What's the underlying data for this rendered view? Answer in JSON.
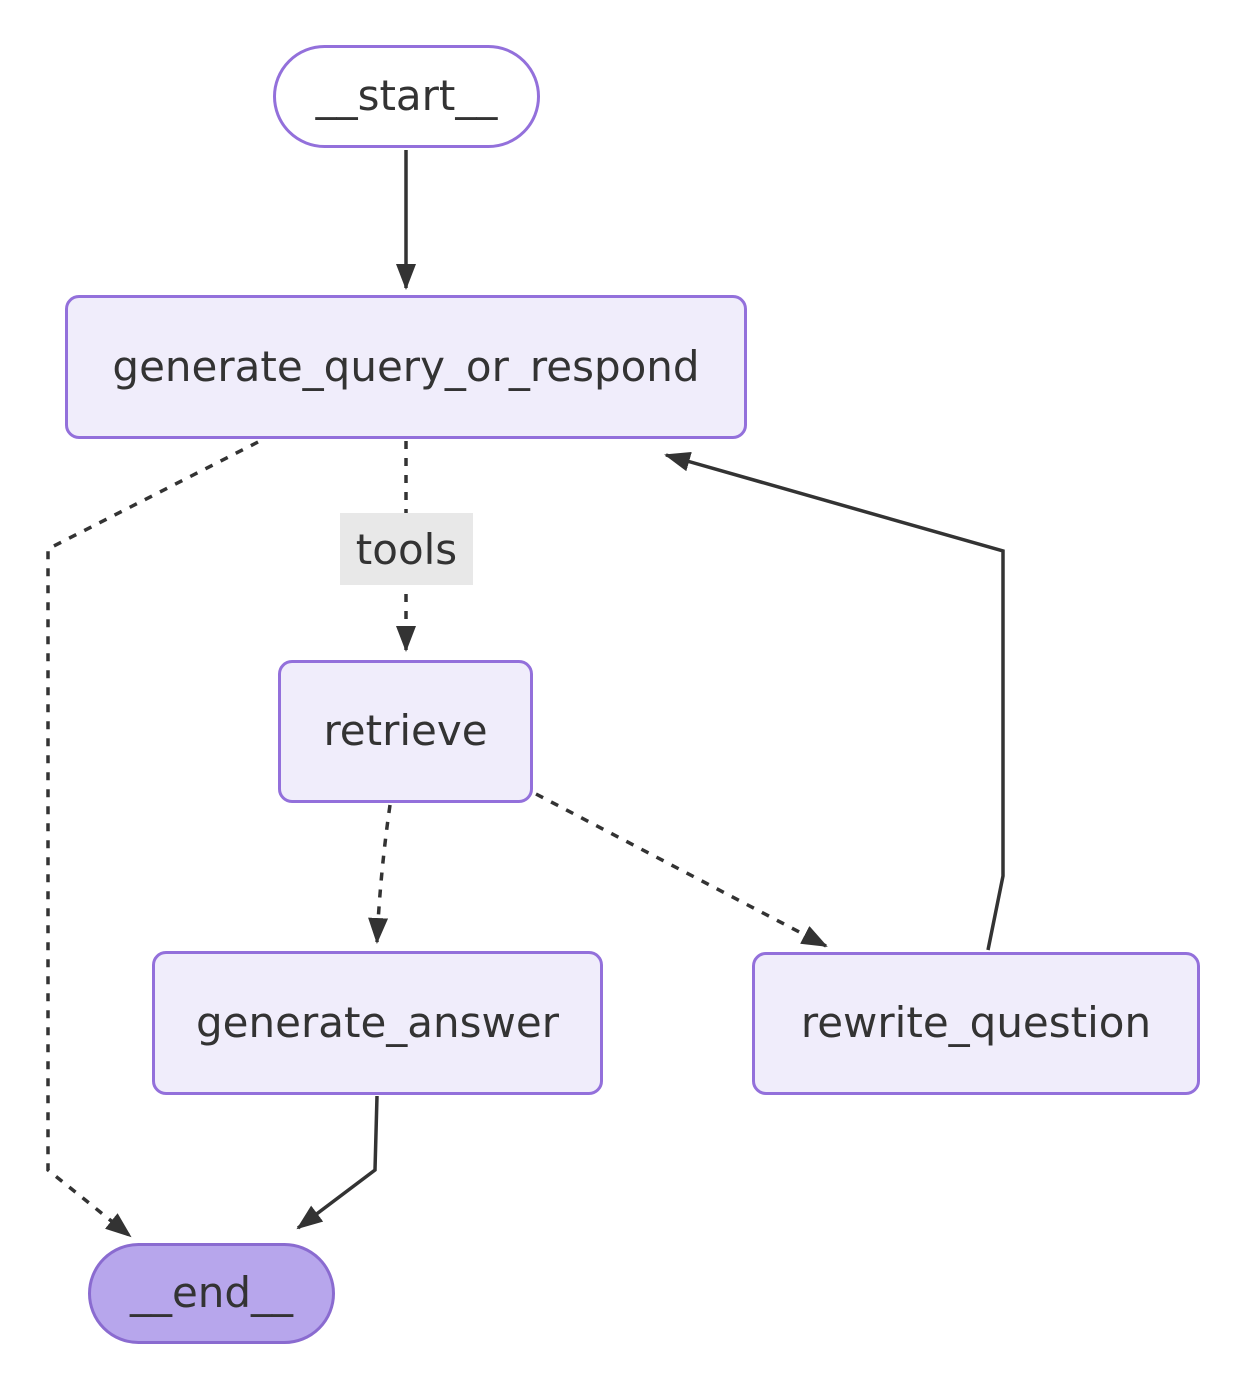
{
  "diagram": {
    "title": "agent-graph-flowchart",
    "nodes": {
      "start": {
        "label": "__start__",
        "shape": "pill"
      },
      "generate_query_or_respond": {
        "label": "generate_query_or_respond",
        "shape": "rect"
      },
      "retrieve": {
        "label": "retrieve",
        "shape": "rect"
      },
      "generate_answer": {
        "label": "generate_answer",
        "shape": "rect"
      },
      "rewrite_question": {
        "label": "rewrite_question",
        "shape": "rect"
      },
      "end": {
        "label": "__end__",
        "shape": "pill"
      }
    },
    "edge_labels": {
      "tools": "tools"
    },
    "edges": [
      {
        "from": "start",
        "to": "generate_query_or_respond",
        "style": "solid"
      },
      {
        "from": "generate_query_or_respond",
        "to": "retrieve",
        "style": "dashed",
        "label": "tools"
      },
      {
        "from": "generate_query_or_respond",
        "to": "end",
        "style": "dashed"
      },
      {
        "from": "retrieve",
        "to": "generate_answer",
        "style": "dashed"
      },
      {
        "from": "retrieve",
        "to": "rewrite_question",
        "style": "dashed"
      },
      {
        "from": "rewrite_question",
        "to": "generate_query_or_respond",
        "style": "solid"
      },
      {
        "from": "generate_answer",
        "to": "end",
        "style": "solid"
      }
    ],
    "colors": {
      "node_fill": "#f0edfb",
      "node_border": "#9370db",
      "start_fill": "#ffffff",
      "end_fill": "#b7a6ec",
      "end_border": "#8a6bd0",
      "edge": "#333333",
      "edge_label_bg": "#e8e8e8",
      "text": "#333333",
      "background": "#ffffff"
    }
  }
}
